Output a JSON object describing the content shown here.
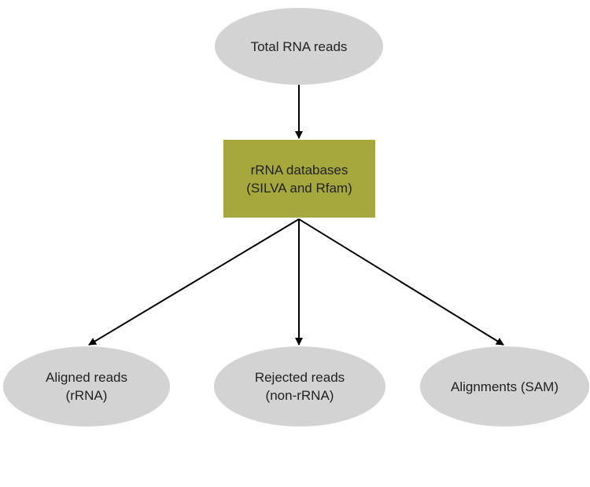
{
  "colors": {
    "ellipse_fill": "#d3d3d3",
    "database_fill": "#a6a83d",
    "edge": "#000000",
    "text": "#222222"
  },
  "nodes": {
    "total_reads": {
      "label": "Total RNA reads",
      "shape": "ellipse"
    },
    "rrna_databases": {
      "label": "rRNA databases\n(SILVA and Rfam)",
      "shape": "rectangle"
    },
    "aligned_reads": {
      "label": "Aligned reads\n(rRNA)",
      "shape": "ellipse"
    },
    "rejected_reads": {
      "label": "Rejected reads\n(non-rRNA)",
      "shape": "ellipse"
    },
    "alignments": {
      "label": "Alignments (SAM)",
      "shape": "ellipse"
    }
  },
  "edges": [
    {
      "from": "total_reads",
      "to": "rrna_databases"
    },
    {
      "from": "rrna_databases",
      "to": "aligned_reads"
    },
    {
      "from": "rrna_databases",
      "to": "rejected_reads"
    },
    {
      "from": "rrna_databases",
      "to": "alignments"
    }
  ]
}
